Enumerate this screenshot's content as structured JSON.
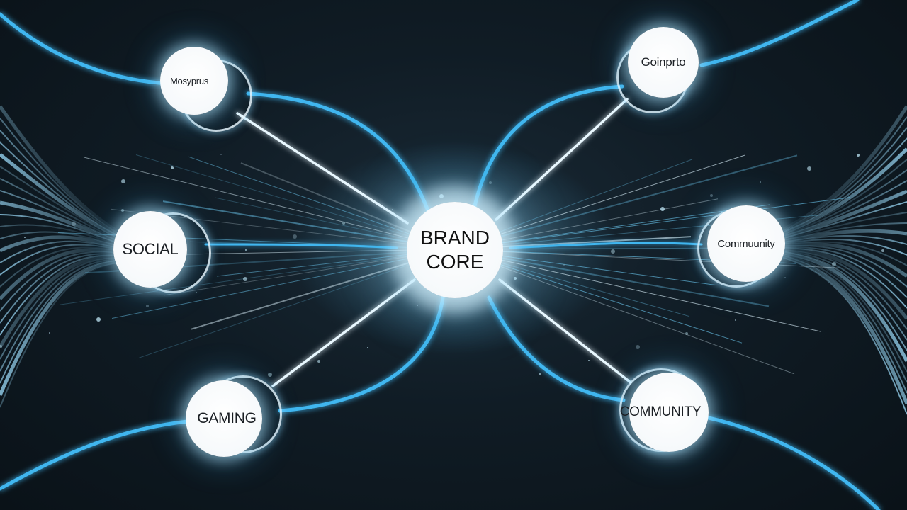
{
  "center": {
    "line1": "BRAND",
    "line2": "CORE"
  },
  "nodes": [
    {
      "id": "top-left",
      "label": "Mosyprus"
    },
    {
      "id": "top-right",
      "label": "Goinprto"
    },
    {
      "id": "mid-left",
      "label": "SOCIAL"
    },
    {
      "id": "mid-right",
      "label": "Commuunity"
    },
    {
      "id": "bottom-left",
      "label": "GAMING"
    },
    {
      "id": "bottom-right",
      "label": "COMMUNITY"
    }
  ],
  "colors": {
    "background": "#101c25",
    "stream": "#3fb6ef",
    "stream_bright": "#c9f1ff",
    "node_fill": "#ffffff",
    "label_text": "#1b1f24"
  }
}
